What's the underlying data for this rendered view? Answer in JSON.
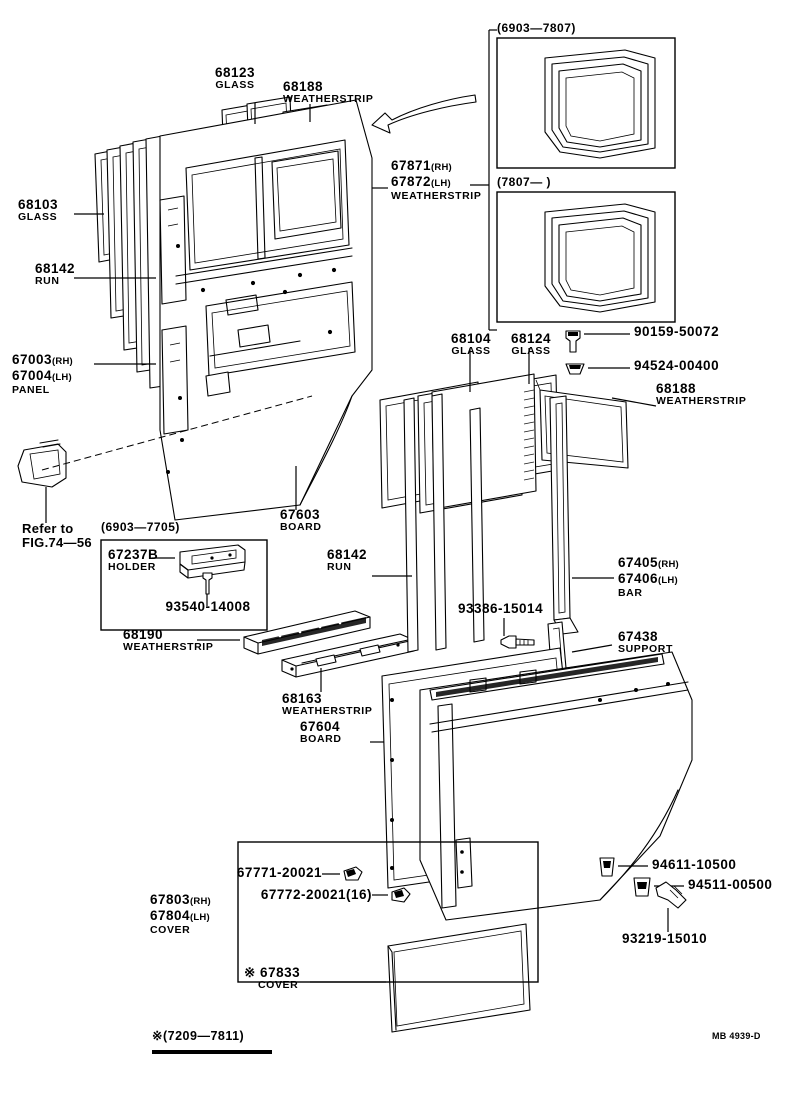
{
  "diagram": {
    "code": "MB 4939-D",
    "footer_note": "※(7209—7811)",
    "refer_note_line1": "Refer to",
    "refer_note_line2": "FIG.74—56"
  },
  "insets": [
    {
      "name": "inset-upper",
      "range": "(6903—7807)"
    },
    {
      "name": "inset-lower",
      "range": "(7807—          )"
    },
    {
      "name": "inset-holder",
      "range": "(6903—7705)"
    }
  ],
  "parts": [
    {
      "id": "68123",
      "number": "68123",
      "desc": "GLASS",
      "side": ""
    },
    {
      "id": "68188-top",
      "number": "68188",
      "desc": "WEATHERSTRIP",
      "side": ""
    },
    {
      "id": "68103",
      "number": "68103",
      "desc": "GLASS",
      "side": ""
    },
    {
      "id": "68142-left",
      "number": "68142",
      "desc": "RUN",
      "side": ""
    },
    {
      "id": "67871",
      "number": "67871",
      "desc": "WEATHERSTRIP",
      "side": "(RH)"
    },
    {
      "id": "67872",
      "number": "67872",
      "desc": "",
      "side": "(LH)"
    },
    {
      "id": "67003",
      "number": "67003",
      "desc": "PANEL",
      "side": "(RH)"
    },
    {
      "id": "67004",
      "number": "67004",
      "desc": "",
      "side": "(LH)"
    },
    {
      "id": "67603",
      "number": "67603",
      "desc": "BOARD",
      "side": ""
    },
    {
      "id": "67237B",
      "number": "67237B",
      "desc": "HOLDER",
      "side": ""
    },
    {
      "id": "93540-14008",
      "number": "93540-14008",
      "desc": "",
      "side": ""
    },
    {
      "id": "68190",
      "number": "68190",
      "desc": "WEATHERSTRIP",
      "side": ""
    },
    {
      "id": "68163",
      "number": "68163",
      "desc": "WEATHERSTRIP",
      "side": ""
    },
    {
      "id": "68104",
      "number": "68104",
      "desc": "GLASS",
      "side": ""
    },
    {
      "id": "68124",
      "number": "68124",
      "desc": "GLASS",
      "side": ""
    },
    {
      "id": "90159-50072",
      "number": "90159-50072",
      "desc": "",
      "side": ""
    },
    {
      "id": "94524-00400",
      "number": "94524-00400",
      "desc": "",
      "side": ""
    },
    {
      "id": "68188-right",
      "number": "68188",
      "desc": "WEATHERSTRIP",
      "side": ""
    },
    {
      "id": "68142-mid",
      "number": "68142",
      "desc": "RUN",
      "side": ""
    },
    {
      "id": "67405",
      "number": "67405",
      "desc": "BAR",
      "side": "(RH)"
    },
    {
      "id": "67406",
      "number": "67406",
      "desc": "",
      "side": "(LH)"
    },
    {
      "id": "93386-15014",
      "number": "93386-15014",
      "desc": "",
      "side": ""
    },
    {
      "id": "67438",
      "number": "67438",
      "desc": "SUPPORT",
      "side": ""
    },
    {
      "id": "67604",
      "number": "67604",
      "desc": "BOARD",
      "side": ""
    },
    {
      "id": "67771-20021",
      "number": "67771-20021",
      "desc": "",
      "side": ""
    },
    {
      "id": "67772-20021",
      "number": "67772-20021(16)",
      "desc": "",
      "side": ""
    },
    {
      "id": "67803",
      "number": "67803",
      "desc": "COVER",
      "side": "(RH)"
    },
    {
      "id": "67804",
      "number": "67804",
      "desc": "",
      "side": "(LH)"
    },
    {
      "id": "67833",
      "number": "※ 67833",
      "desc": "COVER",
      "side": ""
    },
    {
      "id": "94611-10500",
      "number": "94611-10500",
      "desc": "",
      "side": ""
    },
    {
      "id": "94511-00500",
      "number": "94511-00500",
      "desc": "",
      "side": ""
    },
    {
      "id": "93219-15010",
      "number": "93219-15010",
      "desc": "",
      "side": ""
    }
  ],
  "labels": {
    "p68123_num": "68123",
    "p68123_desc": "GLASS",
    "p68188t_num": "68188",
    "p68188t_desc": "WEATHERSTRIP",
    "p68103_num": "68103",
    "p68103_desc": "GLASS",
    "p68142L_num": "68142",
    "p68142L_desc": "RUN",
    "p67871_num": "67871",
    "p67871_side": "(RH)",
    "p67872_num": "67872",
    "p67872_side": "(LH)",
    "p67871_desc": "WEATHERSTRIP",
    "p67003_num": "67003",
    "p67003_side": "(RH)",
    "p67004_num": "67004",
    "p67004_side": "(LH)",
    "p67003_desc": "PANEL",
    "p67603_num": "67603",
    "p67603_desc": "BOARD",
    "p67237_num": "67237B",
    "p67237_desc": "HOLDER",
    "p93540_num": "93540-14008",
    "p68190_num": "68190",
    "p68190_desc": "WEATHERSTRIP",
    "p68163_num": "68163",
    "p68163_desc": "WEATHERSTRIP",
    "p68104_num": "68104",
    "p68104_desc": "GLASS",
    "p68124_num": "68124",
    "p68124_desc": "GLASS",
    "p90159_num": "90159-50072",
    "p94524_num": "94524-00400",
    "p68188r_num": "68188",
    "p68188r_desc": "WEATHERSTRIP",
    "p68142M_num": "68142",
    "p68142M_desc": "RUN",
    "p67405_num": "67405",
    "p67405_side": "(RH)",
    "p67406_num": "67406",
    "p67406_side": "(LH)",
    "p67405_desc": "BAR",
    "p93386_num": "93386-15014",
    "p67438_num": "67438",
    "p67438_desc": "SUPPORT",
    "p67604_num": "67604",
    "p67604_desc": "BOARD",
    "p67771_num": "67771-20021",
    "p67772_num": "67772-20021(16)",
    "p67803_num": "67803",
    "p67803_side": "(RH)",
    "p67804_num": "67804",
    "p67804_side": "(LH)",
    "p67803_desc": "COVER",
    "p67833_num": "※ 67833",
    "p67833_desc": "COVER",
    "p94611_num": "94611-10500",
    "p94511_num": "94511-00500",
    "p93219_num": "93219-15010"
  }
}
